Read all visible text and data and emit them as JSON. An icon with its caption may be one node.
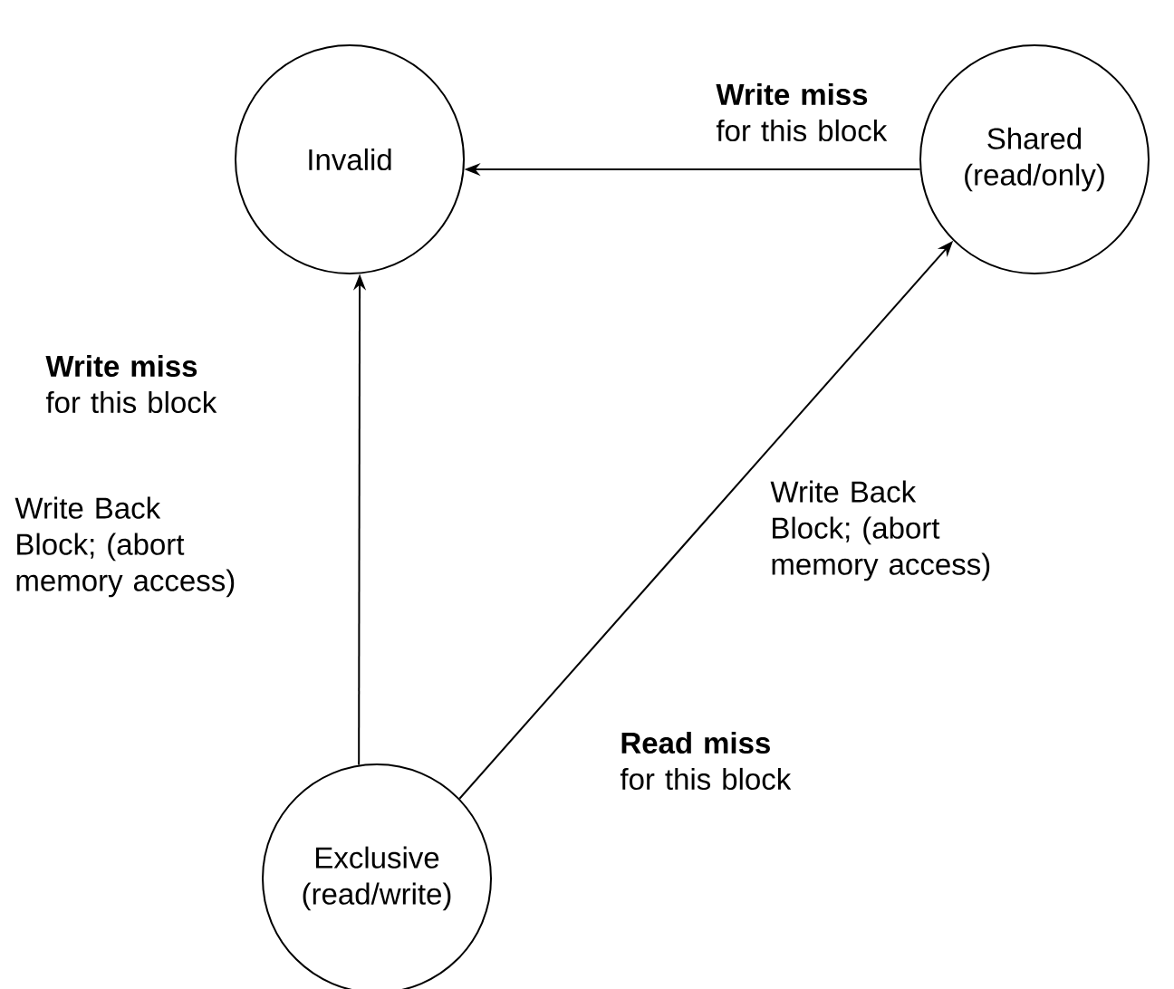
{
  "diagram": {
    "nodes": [
      {
        "text": [
          "Invalid"
        ]
      },
      {
        "text": [
          "Shared (read/only)"
        ]
      },
      {
        "text": [
          "Exclusive (read/write)"
        ]
      }
    ],
    "edges": [
      {
        "from": 1,
        "to": 0,
        "arrow": "to",
        "label": "**Write miss** for this block"
      },
      {
        "from": 2,
        "to": 0,
        "arrow": "to",
        "label": "**Write miss** for this block"
      },
      {
        "from": 2,
        "to": 1,
        "arrow": "to",
        "label": "**Read miss** for this block"
      }
    ],
    "labels": [
      "Write Back Block; (abort memory access)",
      "Write Back Block; (abort memory access)"
    ]
  }
}
